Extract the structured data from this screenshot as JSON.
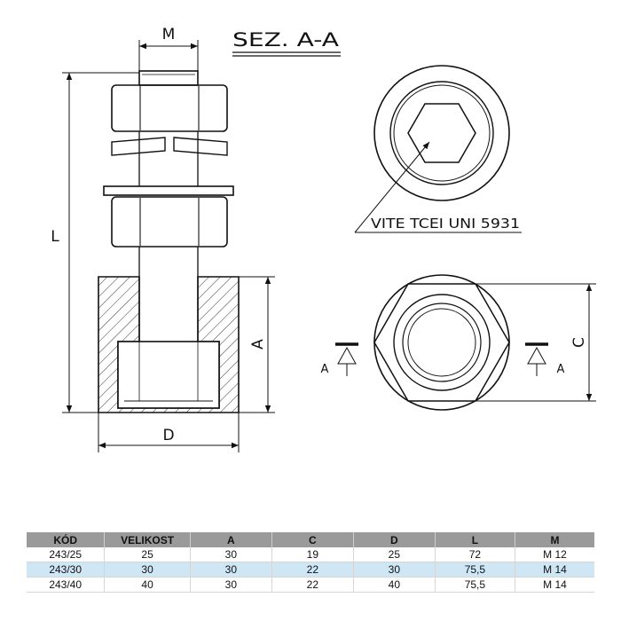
{
  "drawing": {
    "section_title": "SEZ. A-A",
    "screw_note": "VITE TCEI UNI 5931",
    "dim_labels": {
      "m": "M",
      "l": "L",
      "a": "A",
      "d": "D",
      "c": "C",
      "section_left": "A",
      "section_right": "A"
    }
  },
  "table": {
    "headers": [
      "KÓD",
      "VELIKOST",
      "A",
      "C",
      "D",
      "L",
      "M"
    ],
    "rows": [
      [
        "243/25",
        "25",
        "30",
        "19",
        "25",
        "72",
        "M 12"
      ],
      [
        "243/30",
        "30",
        "30",
        "22",
        "30",
        "75,5",
        "M 14"
      ],
      [
        "243/40",
        "40",
        "30",
        "22",
        "40",
        "75,5",
        "M 14"
      ]
    ],
    "highlight_row": 1,
    "header_color": "#9a9a9a",
    "highlight_color": "#cfe6f5"
  }
}
